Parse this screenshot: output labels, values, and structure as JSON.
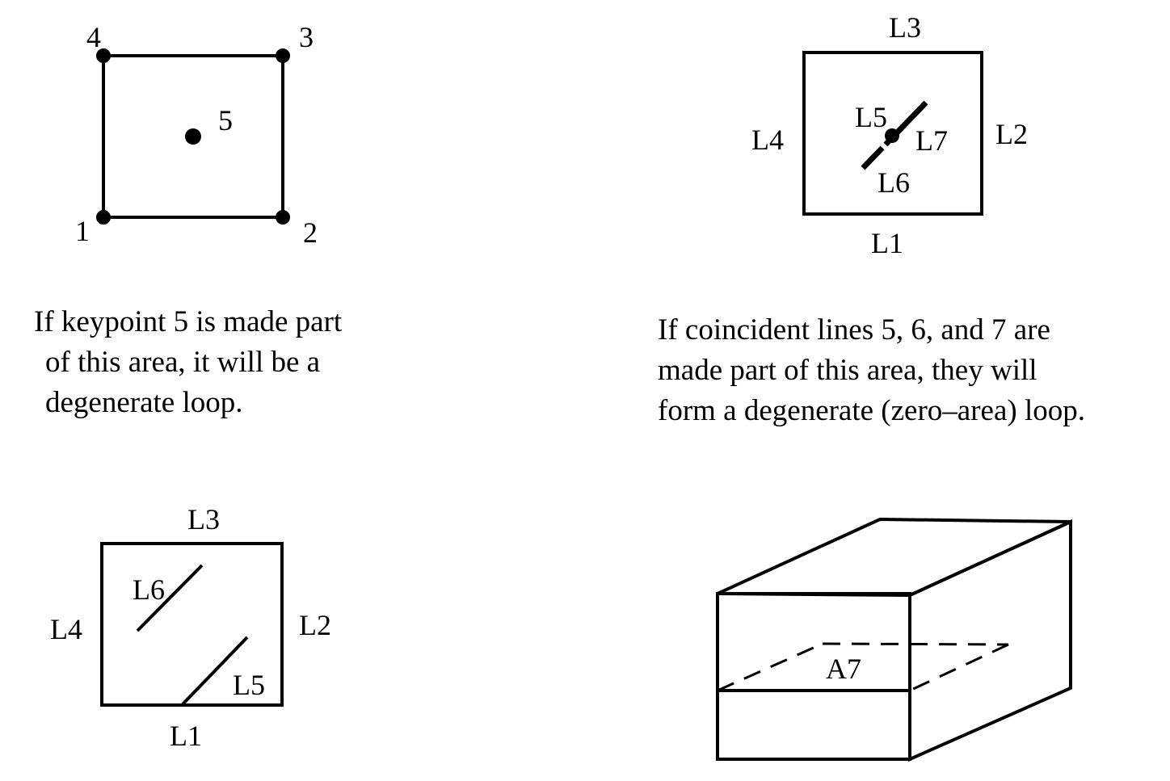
{
  "panels": {
    "keypoint_loop": {
      "keypoints": [
        "1",
        "2",
        "3",
        "4",
        "5"
      ],
      "caption_lines": [
        "If keypoint 5 is made part",
        "of this area, it will be a",
        "degenerate loop."
      ]
    },
    "coincident_lines": {
      "lines": [
        "L1",
        "L2",
        "L3",
        "L4",
        "L5",
        "L6",
        "L7"
      ],
      "caption_lines": [
        "If coincident lines 5, 6, and 7 are",
        "made part of this area, they will",
        "form a degenerate (zero–area) loop."
      ]
    },
    "interior_lines": {
      "lines": [
        "L1",
        "L2",
        "L3",
        "L4",
        "L5",
        "L6"
      ]
    },
    "box_area": {
      "area_label": "A7"
    }
  }
}
